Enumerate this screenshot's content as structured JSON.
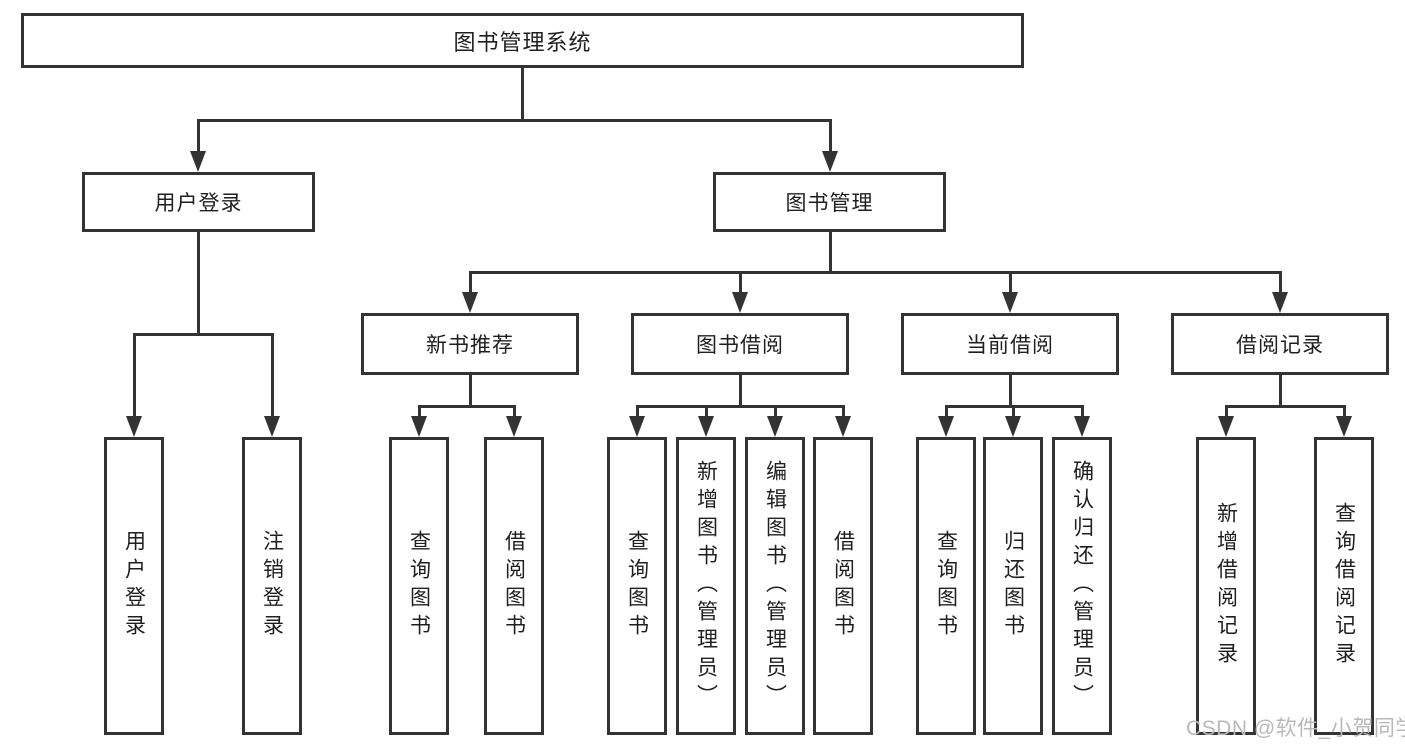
{
  "colors": {
    "line": "#333333",
    "text": "#1f1f1f",
    "background": "#ffffff",
    "watermark": "#b9b9b9"
  },
  "tree": {
    "label": "图书管理系统",
    "children": [
      {
        "label": "用户登录",
        "children": [
          {
            "label": "用户登录"
          },
          {
            "label": "注销登录"
          }
        ]
      },
      {
        "label": "图书管理",
        "children": [
          {
            "label": "新书推荐",
            "children": [
              {
                "label": "查询图书"
              },
              {
                "label": "借阅图书"
              }
            ]
          },
          {
            "label": "图书借阅",
            "children": [
              {
                "label": "查询图书"
              },
              {
                "label": "新增图书（管理员）"
              },
              {
                "label": "编辑图书（管理员）"
              },
              {
                "label": "借阅图书"
              }
            ]
          },
          {
            "label": "当前借阅",
            "children": [
              {
                "label": "查询图书"
              },
              {
                "label": "归还图书"
              },
              {
                "label": "确认归还（管理员）"
              }
            ]
          },
          {
            "label": "借阅记录",
            "children": [
              {
                "label": "新增借阅记录"
              },
              {
                "label": "查询借阅记录"
              }
            ]
          }
        ]
      }
    ]
  },
  "watermark": {
    "text": "CSDN @软件_小贺同学"
  }
}
